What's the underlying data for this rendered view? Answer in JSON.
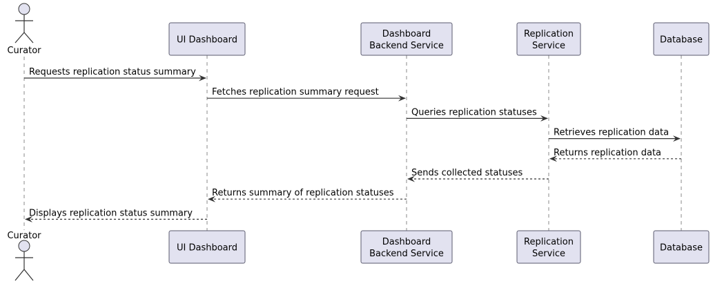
{
  "participants": [
    {
      "id": "curator",
      "name": "Curator",
      "kind": "actor"
    },
    {
      "id": "ui",
      "name": "UI Dashboard",
      "kind": "participant"
    },
    {
      "id": "backend",
      "name": "Dashboard\nBackend Service",
      "kind": "participant"
    },
    {
      "id": "replication",
      "name": "Replication\nService",
      "kind": "participant"
    },
    {
      "id": "db",
      "name": "Database",
      "kind": "participant"
    }
  ],
  "messages": [
    {
      "from": "curator",
      "to": "ui",
      "label": "Requests replication status summary",
      "style": "sync"
    },
    {
      "from": "ui",
      "to": "backend",
      "label": "Fetches replication summary request",
      "style": "sync"
    },
    {
      "from": "backend",
      "to": "replication",
      "label": "Queries replication statuses",
      "style": "sync"
    },
    {
      "from": "replication",
      "to": "db",
      "label": "Retrieves replication data",
      "style": "sync"
    },
    {
      "from": "db",
      "to": "replication",
      "label": "Returns replication data",
      "style": "reply"
    },
    {
      "from": "replication",
      "to": "backend",
      "label": "Sends collected statuses",
      "style": "reply"
    },
    {
      "from": "backend",
      "to": "ui",
      "label": "Returns summary of replication statuses",
      "style": "reply"
    },
    {
      "from": "ui",
      "to": "curator",
      "label": "Displays replication status summary",
      "style": "reply"
    }
  ],
  "colors": {
    "participant_fill": "#E2E2F0",
    "participant_border": "#5a5a6e",
    "line": "#333333",
    "lifeline": "#888888"
  }
}
